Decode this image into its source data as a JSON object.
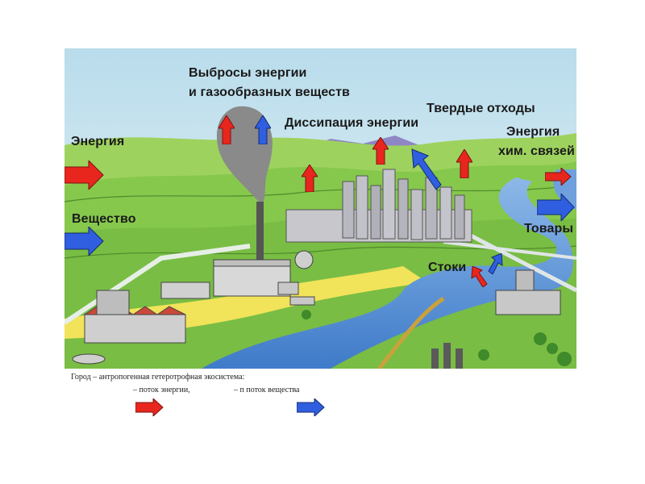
{
  "labels": {
    "emissions_line1": "Выбросы энергии",
    "emissions_line2": "и газообразных веществ",
    "dissipation": "Диссипация энергии",
    "solid_waste": "Твердые отходы",
    "energy_in": "Энергия",
    "chem_energy_line1": "Энергия",
    "chem_energy_line2": "хим. связей",
    "matter_in": "Вещество",
    "goods": "Товары",
    "runoff": "Стоки"
  },
  "caption": {
    "title": "Город – антропогенная гетеротрофная экосистема:",
    "energy_flow": "– поток энергии,",
    "matter_flow": "– п  поток вещества"
  },
  "colors": {
    "energy_arrow": "#e8261e",
    "matter_arrow": "#2f5fe0",
    "sky": "#d9eef5",
    "river": "#5b8fd6",
    "grass": "#7fc24a"
  }
}
